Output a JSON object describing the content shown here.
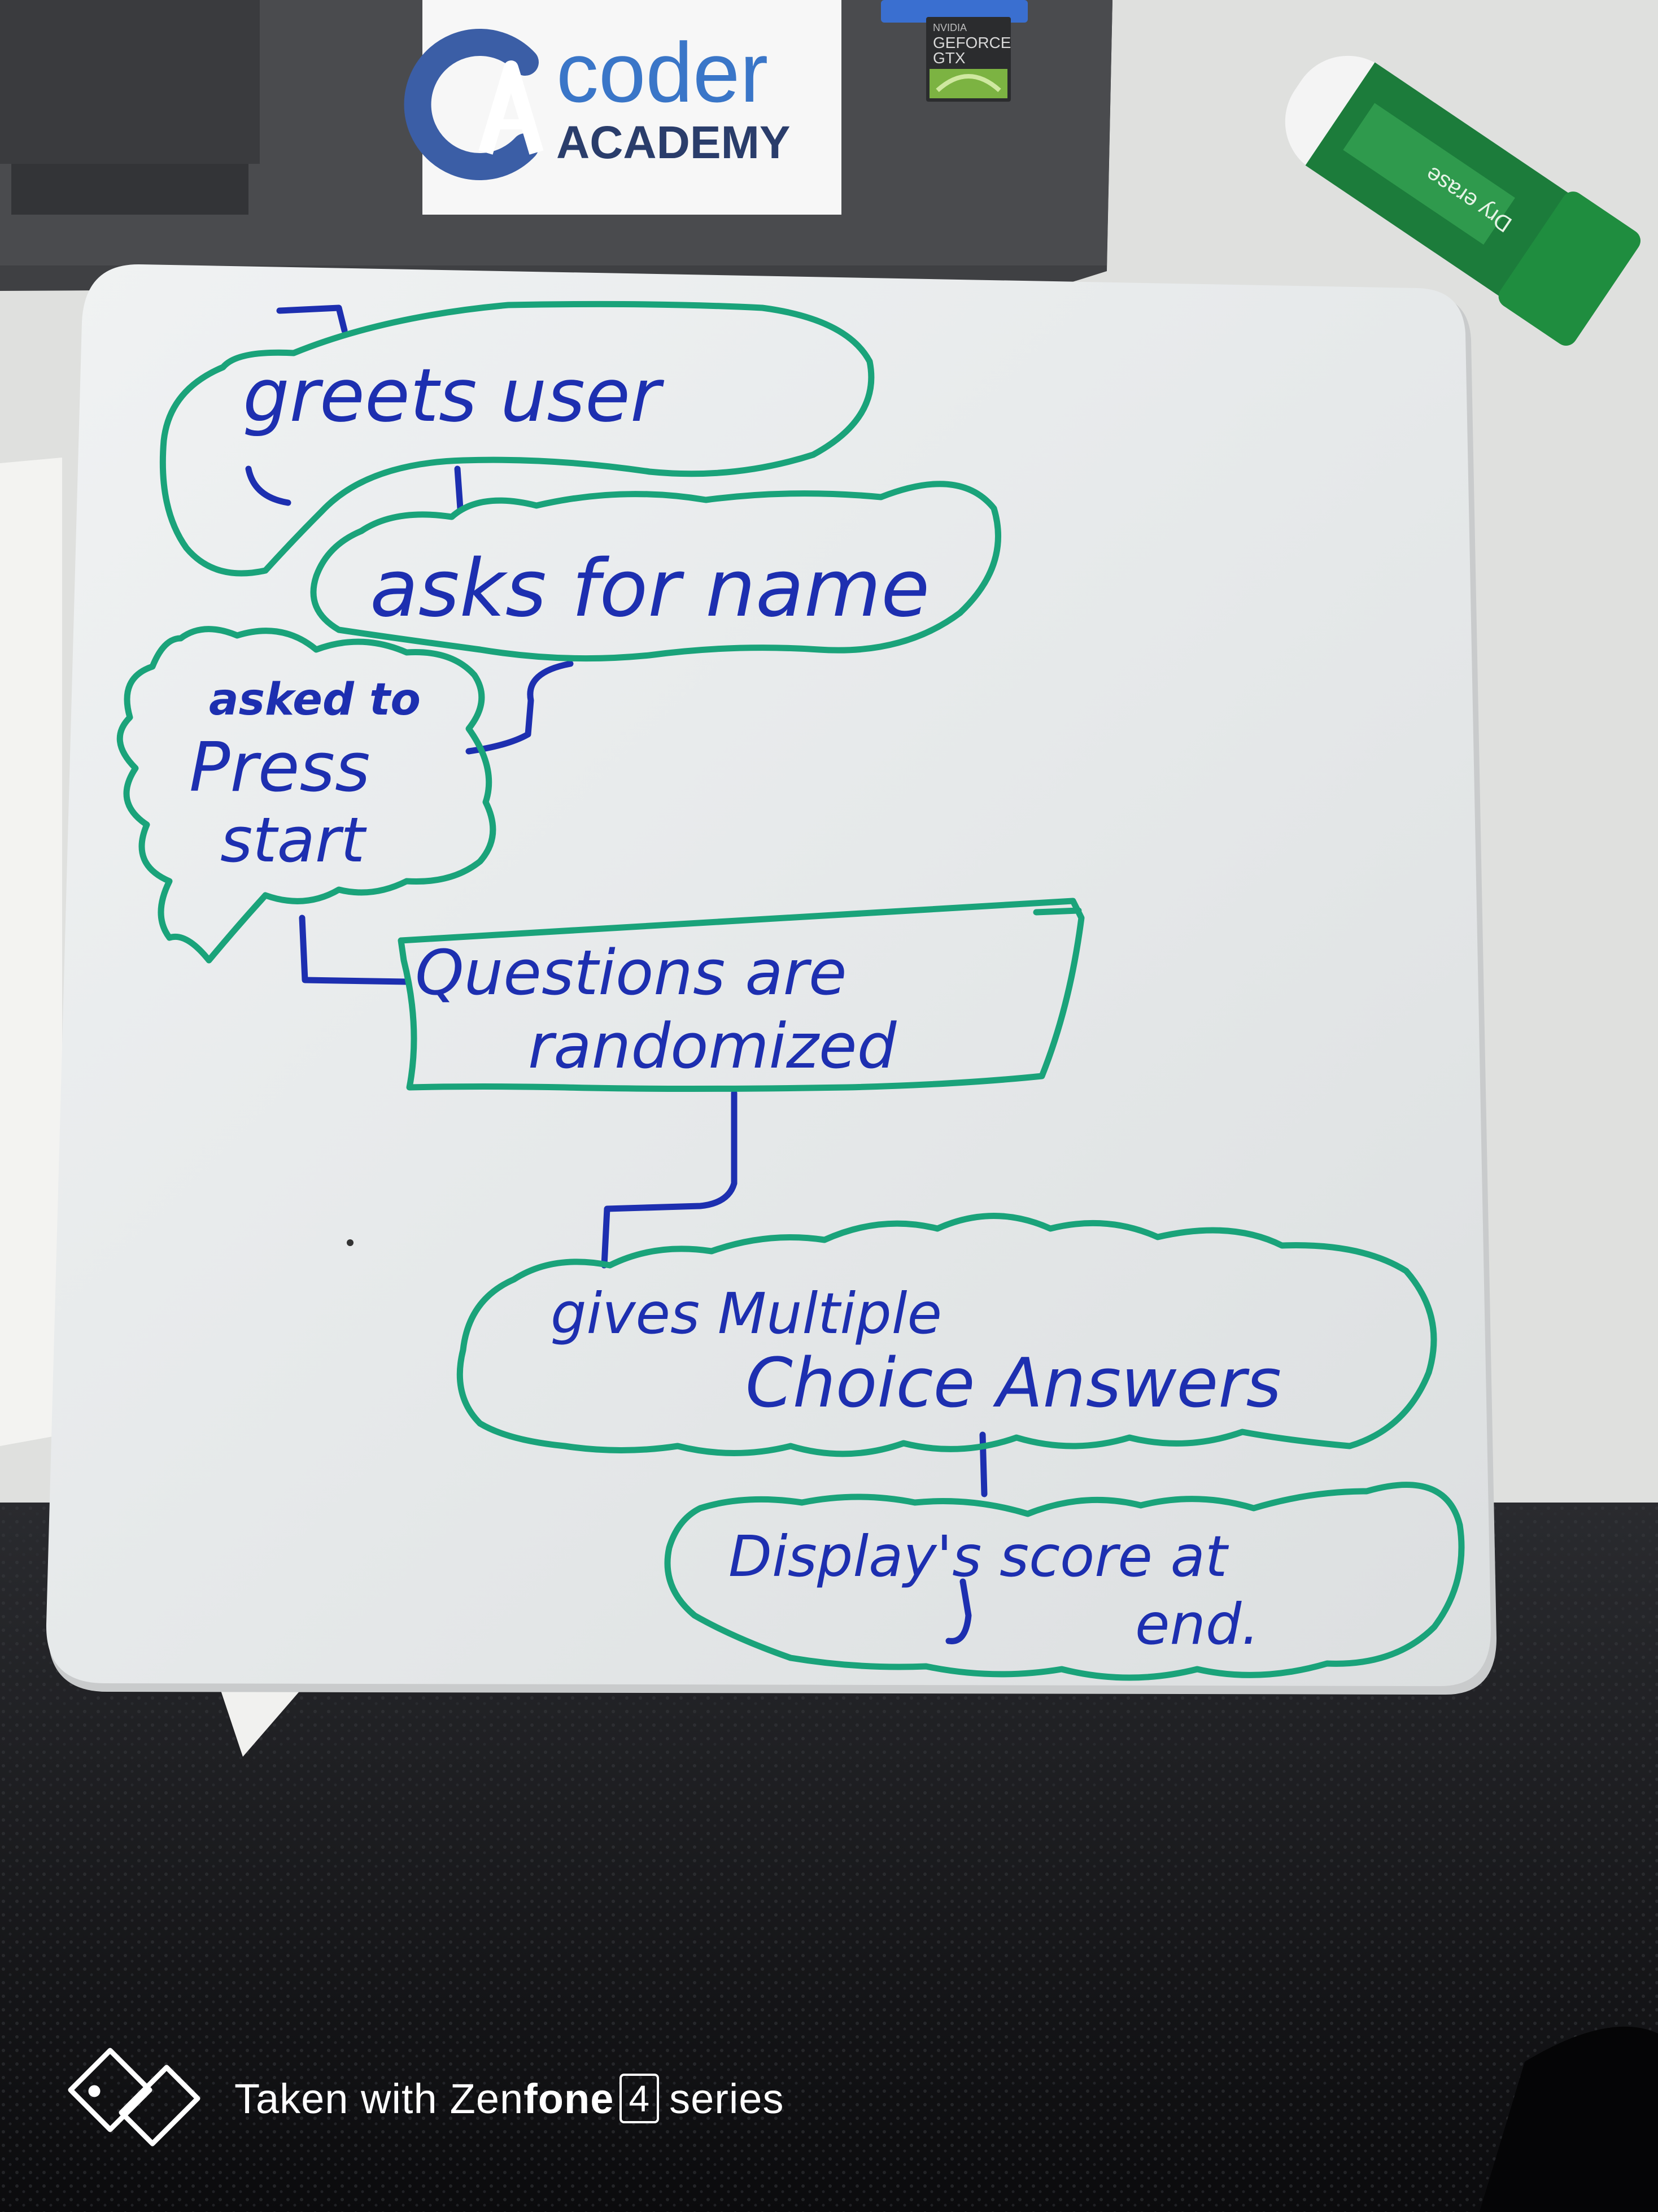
{
  "laptop": {
    "sticker": {
      "brand_top": "coder",
      "brand_bottom": "ACADEMY"
    },
    "gpu_badge": {
      "line1": "NVIDIA",
      "line2": "GEFORCE",
      "line3": "GTX"
    }
  },
  "marker": {
    "label": "Dry erase"
  },
  "whiteboard": {
    "nodes": [
      {
        "id": "greets",
        "text": "greets user"
      },
      {
        "id": "asks",
        "text": "asks for name"
      },
      {
        "id": "press",
        "lines": [
          "asked to",
          "Press",
          "start"
        ]
      },
      {
        "id": "questions",
        "lines": [
          "Questions are",
          "randomized"
        ]
      },
      {
        "id": "gives",
        "lines": [
          "gives Multiple",
          "Choice Answers"
        ]
      },
      {
        "id": "display",
        "lines": [
          "Display's score at",
          "end."
        ]
      }
    ]
  },
  "watermark": {
    "prefix": "Taken with",
    "brand_a": "Zen",
    "brand_b": "fone",
    "number": "4",
    "suffix": "series"
  },
  "colors": {
    "outline": "#1aa37a",
    "ink": "#1d2fb0",
    "board": "#e9ebec",
    "carpet": "#17181c"
  }
}
